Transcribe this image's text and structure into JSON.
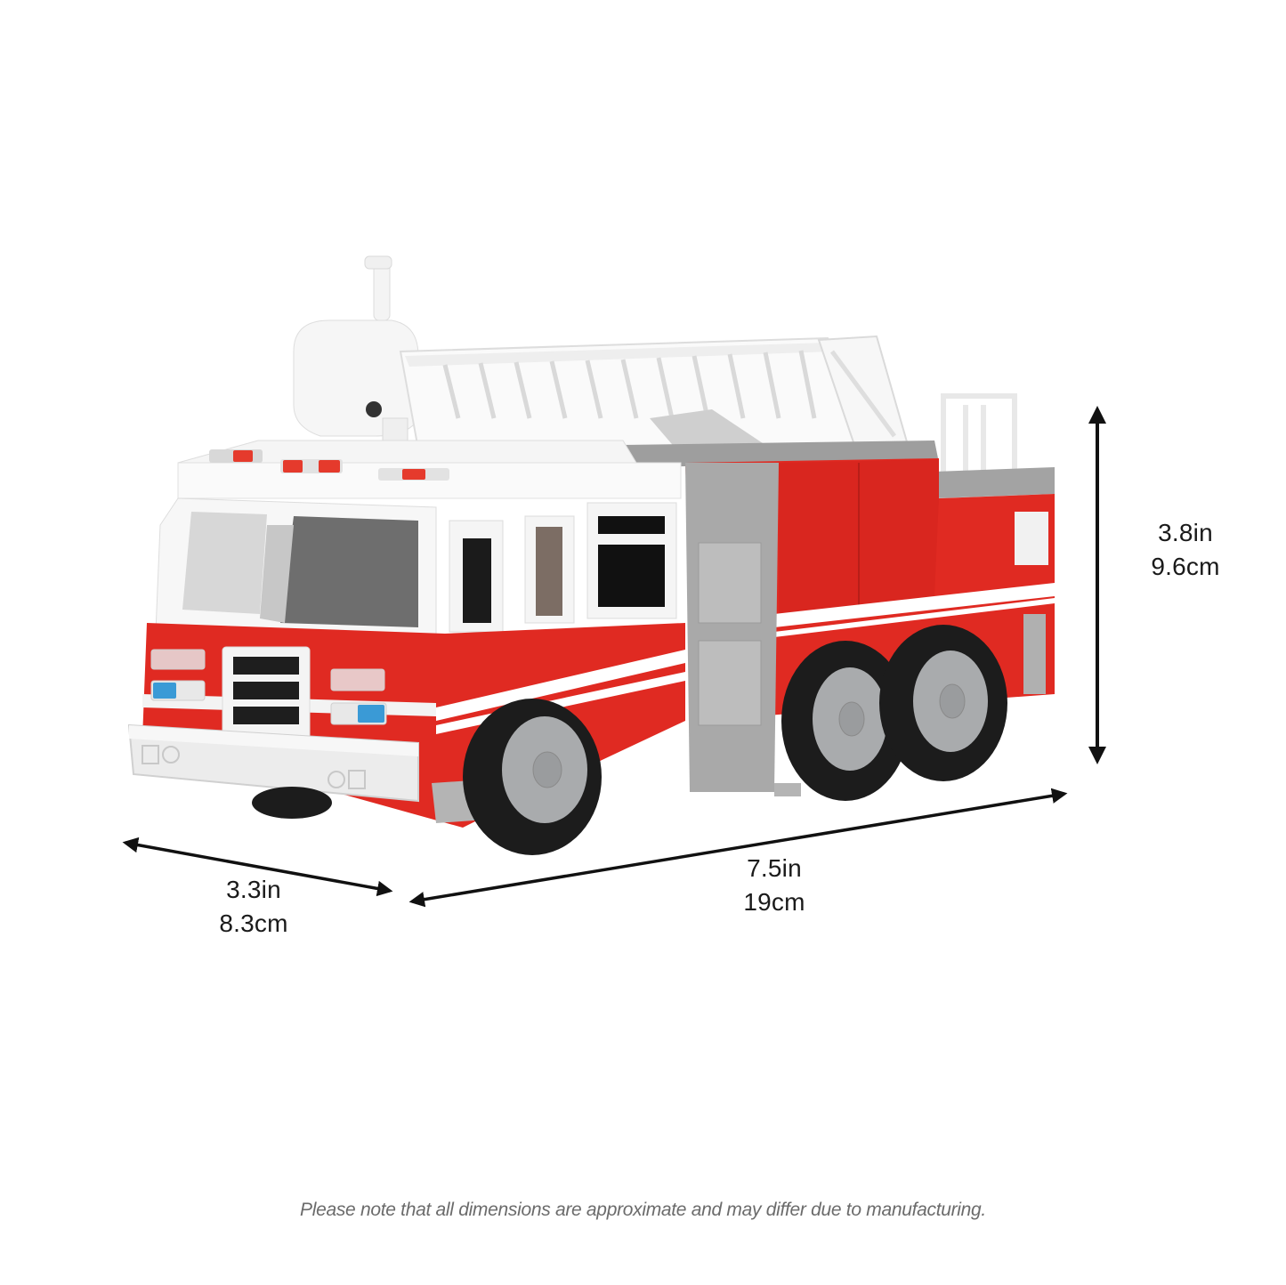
{
  "product": {
    "name": "Toy fire truck with ladder",
    "colors": {
      "body_red": "#e02a22",
      "cab_white": "#f7f7f7",
      "trim_gray": "#a6a6a6",
      "tire_black": "#1c1c1c",
      "hub_gray": "#a9abad",
      "light_blue": "#3a9ad6",
      "arrow_black": "#111111",
      "footnote_gray": "#6b6b6b"
    }
  },
  "dimensions": {
    "height": {
      "imperial": "3.8in",
      "metric": "9.6cm"
    },
    "length": {
      "imperial": "7.5in",
      "metric": "19cm"
    },
    "width": {
      "imperial": "3.3in",
      "metric": "8.3cm"
    }
  },
  "footnote": "Please note that all dimensions are approximate and may differ due to manufacturing."
}
